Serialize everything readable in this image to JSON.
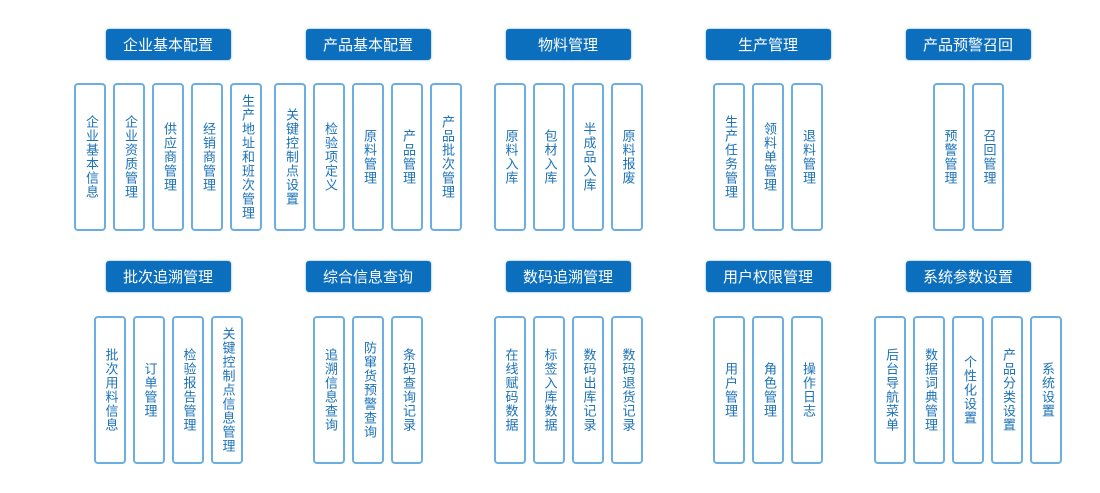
{
  "groups_top": [
    {
      "title": "企业基本配置",
      "items": [
        "企业基本信息",
        "企业资质管理",
        "供应商管理",
        "经销商管理",
        "生产地址和班次管理"
      ]
    },
    {
      "title": "产品基本配置",
      "items": [
        "关键控制点设置",
        "检验项定义",
        "原料管理",
        "产品管理",
        "产品批次管理"
      ]
    },
    {
      "title": "物料管理",
      "items": [
        "原料入库",
        "包材入库",
        "半成品入库",
        "原料报废"
      ]
    },
    {
      "title": "生产管理",
      "items": [
        "生产任务管理",
        "领料单管理",
        "退料管理"
      ]
    },
    {
      "title": "产品预警召回",
      "items": [
        "预警管理",
        "召回管理"
      ]
    }
  ],
  "groups_bottom": [
    {
      "title": "批次追溯管理",
      "items": [
        "批次用料信息",
        "订单管理",
        "检验报告管理",
        "关键控制点信息管理"
      ]
    },
    {
      "title": "综合信息查询",
      "items": [
        "追溯信息查询",
        "防窜货预警查询",
        "条码查询记录"
      ]
    },
    {
      "title": "数码追溯管理",
      "items": [
        "在线赋码数据",
        "标签入库数据",
        "数码出库记录",
        "数码退货记录"
      ]
    },
    {
      "title": "用户权限管理",
      "items": [
        "用户管理",
        "角色管理",
        "操作日志"
      ]
    },
    {
      "title": "系统参数设置",
      "items": [
        "后台导航菜单",
        "数据词典管理",
        "个性化设置",
        "产品分类设置",
        "系统设置"
      ]
    }
  ]
}
